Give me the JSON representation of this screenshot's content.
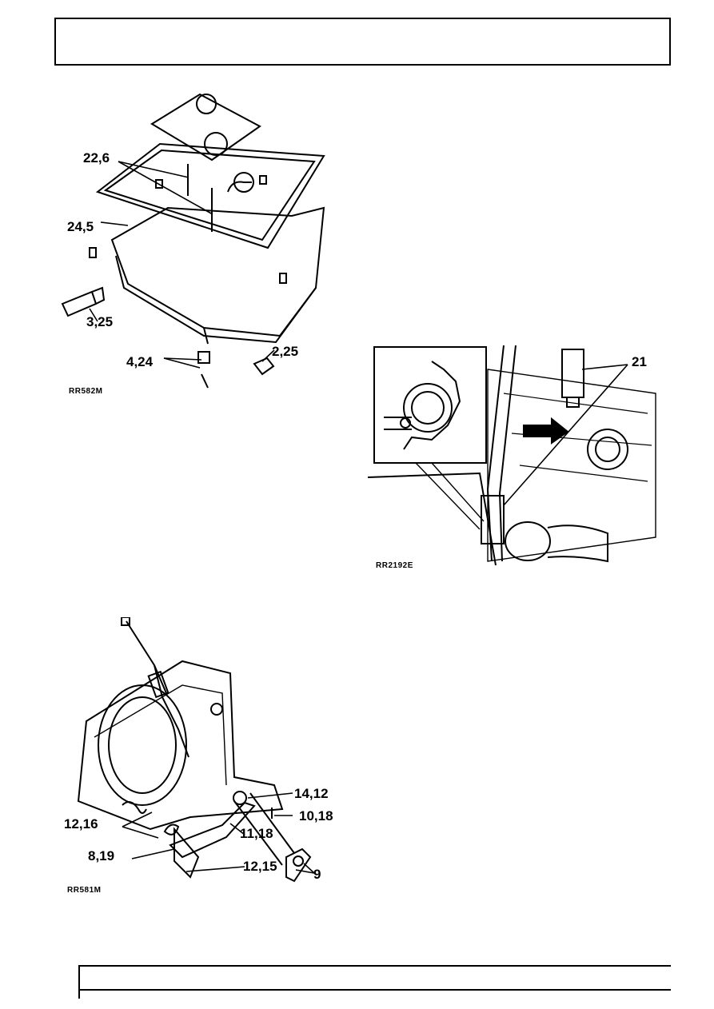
{
  "figures": {
    "sump": {
      "ref": "RR582M",
      "callouts": [
        "22,6",
        "24,5",
        "3,25",
        "4,24",
        "2,25"
      ]
    },
    "valve_body": {
      "ref": "RR2192E",
      "callouts": [
        "21"
      ]
    },
    "linkage": {
      "ref": "RR581M",
      "callouts": [
        "14,12",
        "10,18",
        "12,16",
        "11,18",
        "8,19",
        "12,15",
        "9"
      ]
    }
  }
}
